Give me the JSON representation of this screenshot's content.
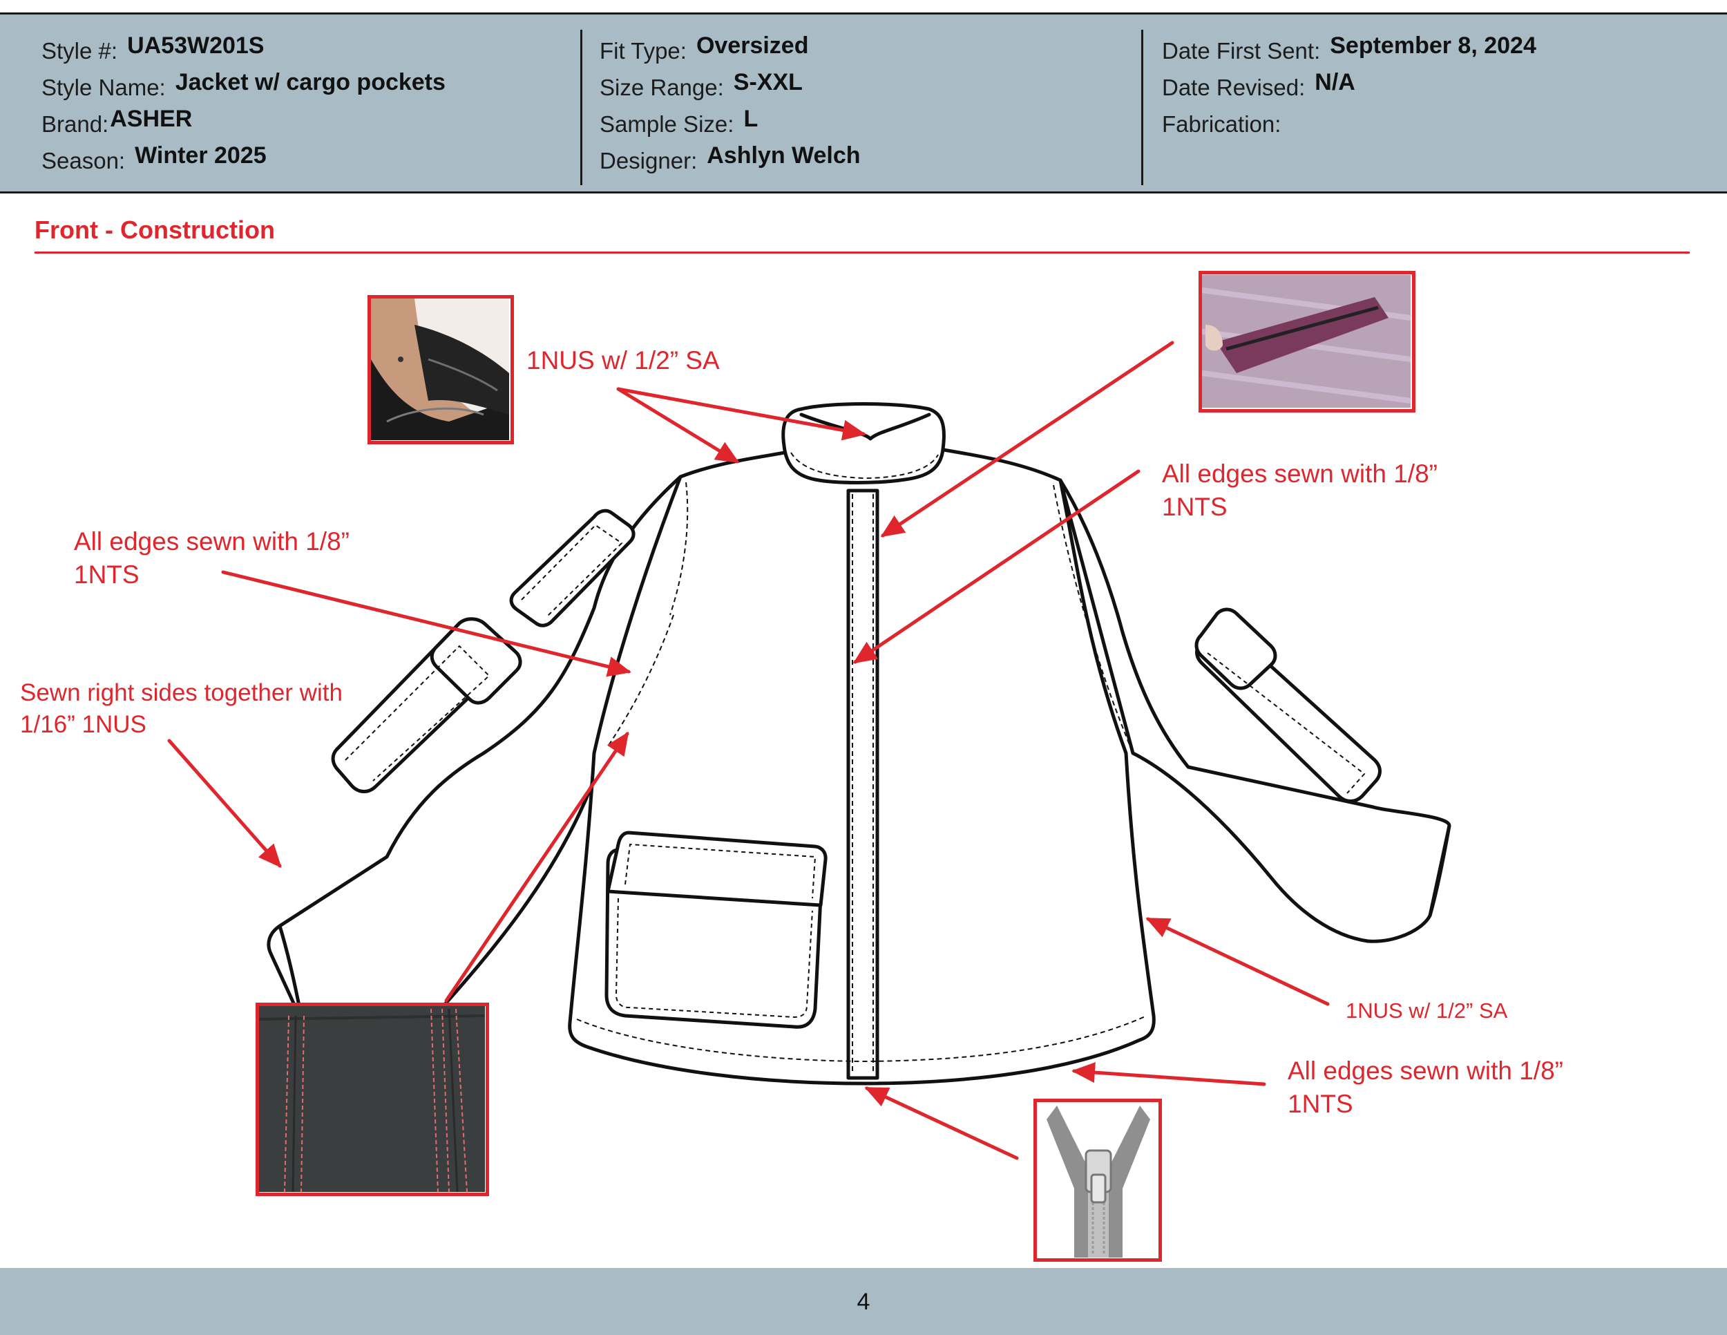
{
  "header": {
    "col1": [
      {
        "label": "Style #:",
        "value": "UA53W201S"
      },
      {
        "label": "Style Name:",
        "value": "Jacket w/ cargo pockets"
      },
      {
        "label": "Brand:",
        "value": "ASHER"
      },
      {
        "label": "Season:",
        "value": "Winter 2025"
      }
    ],
    "col2": [
      {
        "label": "Fit Type:",
        "value": "Oversized"
      },
      {
        "label": "Size Range:",
        "value": "S-XXL"
      },
      {
        "label": "Sample Size:",
        "value": "L"
      },
      {
        "label": "Designer:",
        "value": "Ashlyn Welch"
      }
    ],
    "col3": [
      {
        "label": "Date First Sent:",
        "value": "September 8, 2024"
      },
      {
        "label": "Date Revised:",
        "value": "N/A"
      },
      {
        "label": "Fabrication:",
        "value": ""
      }
    ]
  },
  "section": {
    "title": "Front - Construction"
  },
  "annotations": {
    "collar_seam": "1NUS w/ 1/2”  SA",
    "zipper_edges": "All edges sewn with 1/8”\n1NTS",
    "sleeve_pocket_edges": "All edges sewn with 1/8”\n1NTS",
    "sleeve_hem": "Sewn right sides together with\n1/16”  1NUS",
    "side_seam": "1NUS w/ 1/2”  SA",
    "hem_edges": "All edges sewn with 1/8”\n1NTS"
  },
  "footer": {
    "page_number": "4"
  },
  "colors": {
    "accent": "#e0262d",
    "header_bg": "#a9bcc5",
    "outline": "#111111"
  }
}
